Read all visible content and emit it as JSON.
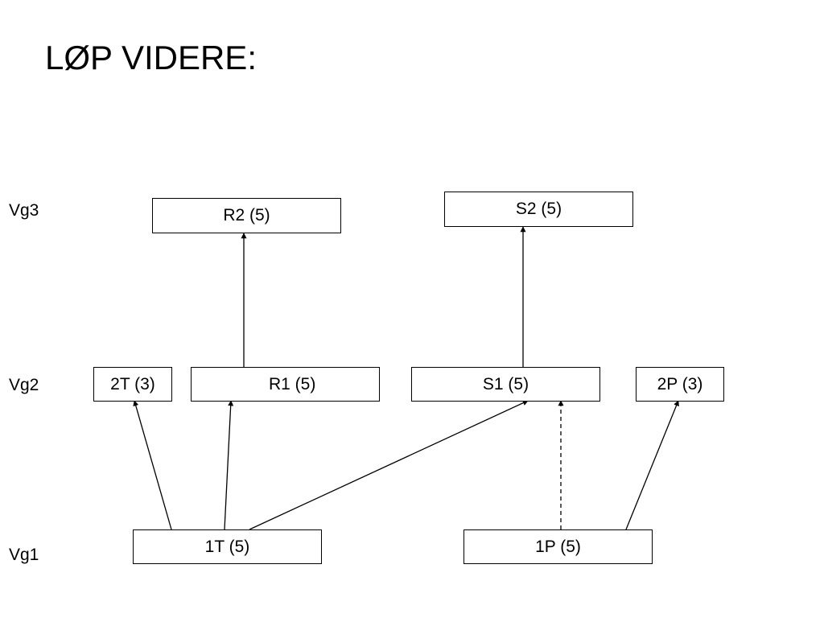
{
  "title": "LØP VIDERE:",
  "levels": {
    "vg1": "Vg1",
    "vg2": "Vg2",
    "vg3": "Vg3"
  },
  "nodes": {
    "r2": "R2 (5)",
    "s2": "S2 (5)",
    "t2": "2T (3)",
    "r1": "R1 (5)",
    "s1": "S1 (5)",
    "p2": "2P (3)",
    "t1": "1T (5)",
    "p1": "1P (5)"
  },
  "edges": [
    {
      "from": "r1",
      "to": "r2",
      "style": "solid"
    },
    {
      "from": "s1",
      "to": "s2",
      "style": "solid"
    },
    {
      "from": "t1",
      "to": "t2",
      "style": "solid"
    },
    {
      "from": "t1",
      "to": "r1",
      "style": "solid"
    },
    {
      "from": "t1",
      "to": "s1",
      "style": "solid"
    },
    {
      "from": "p1",
      "to": "s1",
      "style": "dashed"
    },
    {
      "from": "p1",
      "to": "p2",
      "style": "solid"
    }
  ]
}
